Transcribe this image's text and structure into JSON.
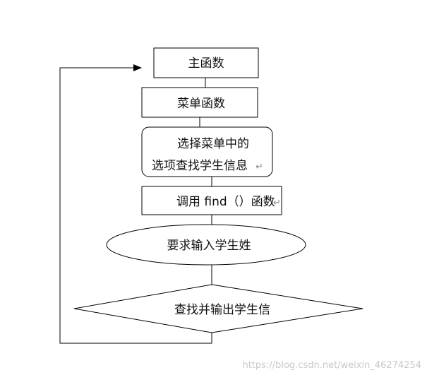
{
  "nodes": {
    "main_function": "主函数",
    "menu_function": "菜单函数",
    "select_menu_line1": "选择菜单中的",
    "select_menu_line2": "选项查找学生信息",
    "call_find": "调用 find（）函数",
    "ask_name": "要求输入学生姓",
    "find_output": "查找并输出学生信"
  },
  "para_mark": "↵",
  "watermark": "https://blog.csdn.net/weixin_46274254"
}
